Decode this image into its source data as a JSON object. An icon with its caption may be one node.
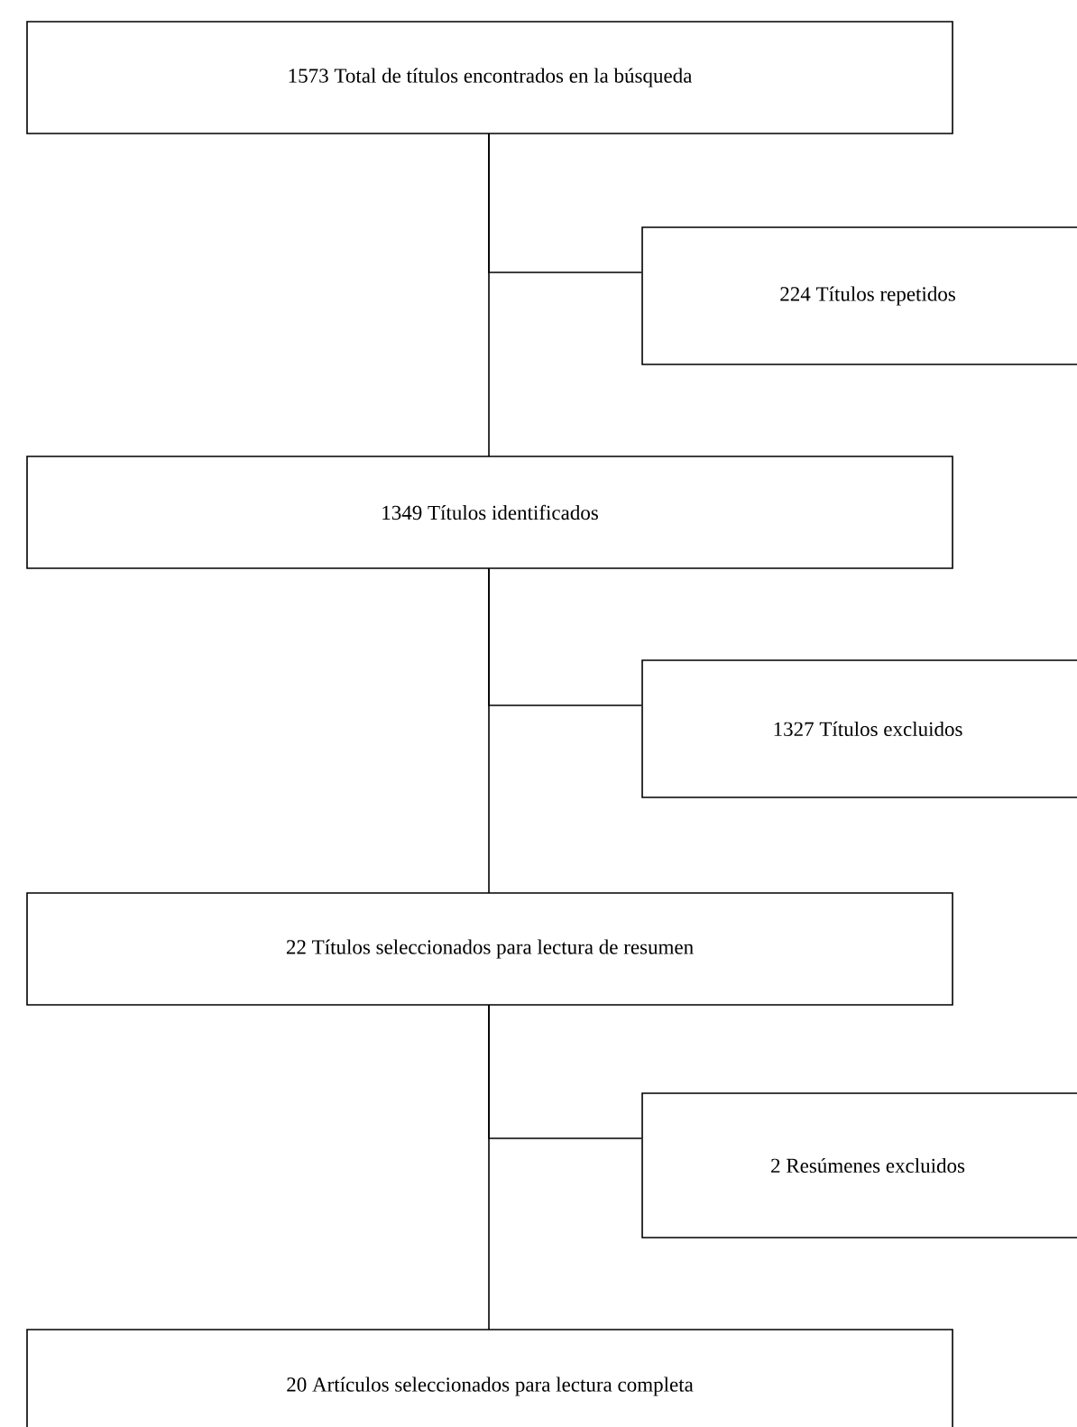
{
  "diagram": {
    "nodes": [
      {
        "text": [
          "1573 Total de títulos encontrados en la búsqueda"
        ]
      },
      {
        "text": [
          "224 Títulos repetidos"
        ]
      },
      {
        "text": [
          "1349 Títulos identificados"
        ]
      },
      {
        "text": [
          "1327 Títulos excluidos"
        ]
      },
      {
        "text": [
          "22 Títulos seleccionados para lectura de resumen"
        ]
      },
      {
        "text": [
          "2 Resúmenes excluidos"
        ]
      },
      {
        "text": [
          "20 Artículos seleccionados para lectura completa"
        ]
      }
    ],
    "edges": [
      {
        "from": 0,
        "to": 2,
        "arrow": "none"
      },
      {
        "from": 0,
        "to": 1,
        "arrow": "none"
      },
      {
        "from": 2,
        "to": 4,
        "arrow": "none"
      },
      {
        "from": 2,
        "to": 3,
        "arrow": "none"
      },
      {
        "from": 4,
        "to": 6,
        "arrow": "none"
      },
      {
        "from": 4,
        "to": 5,
        "arrow": "none"
      }
    ]
  }
}
